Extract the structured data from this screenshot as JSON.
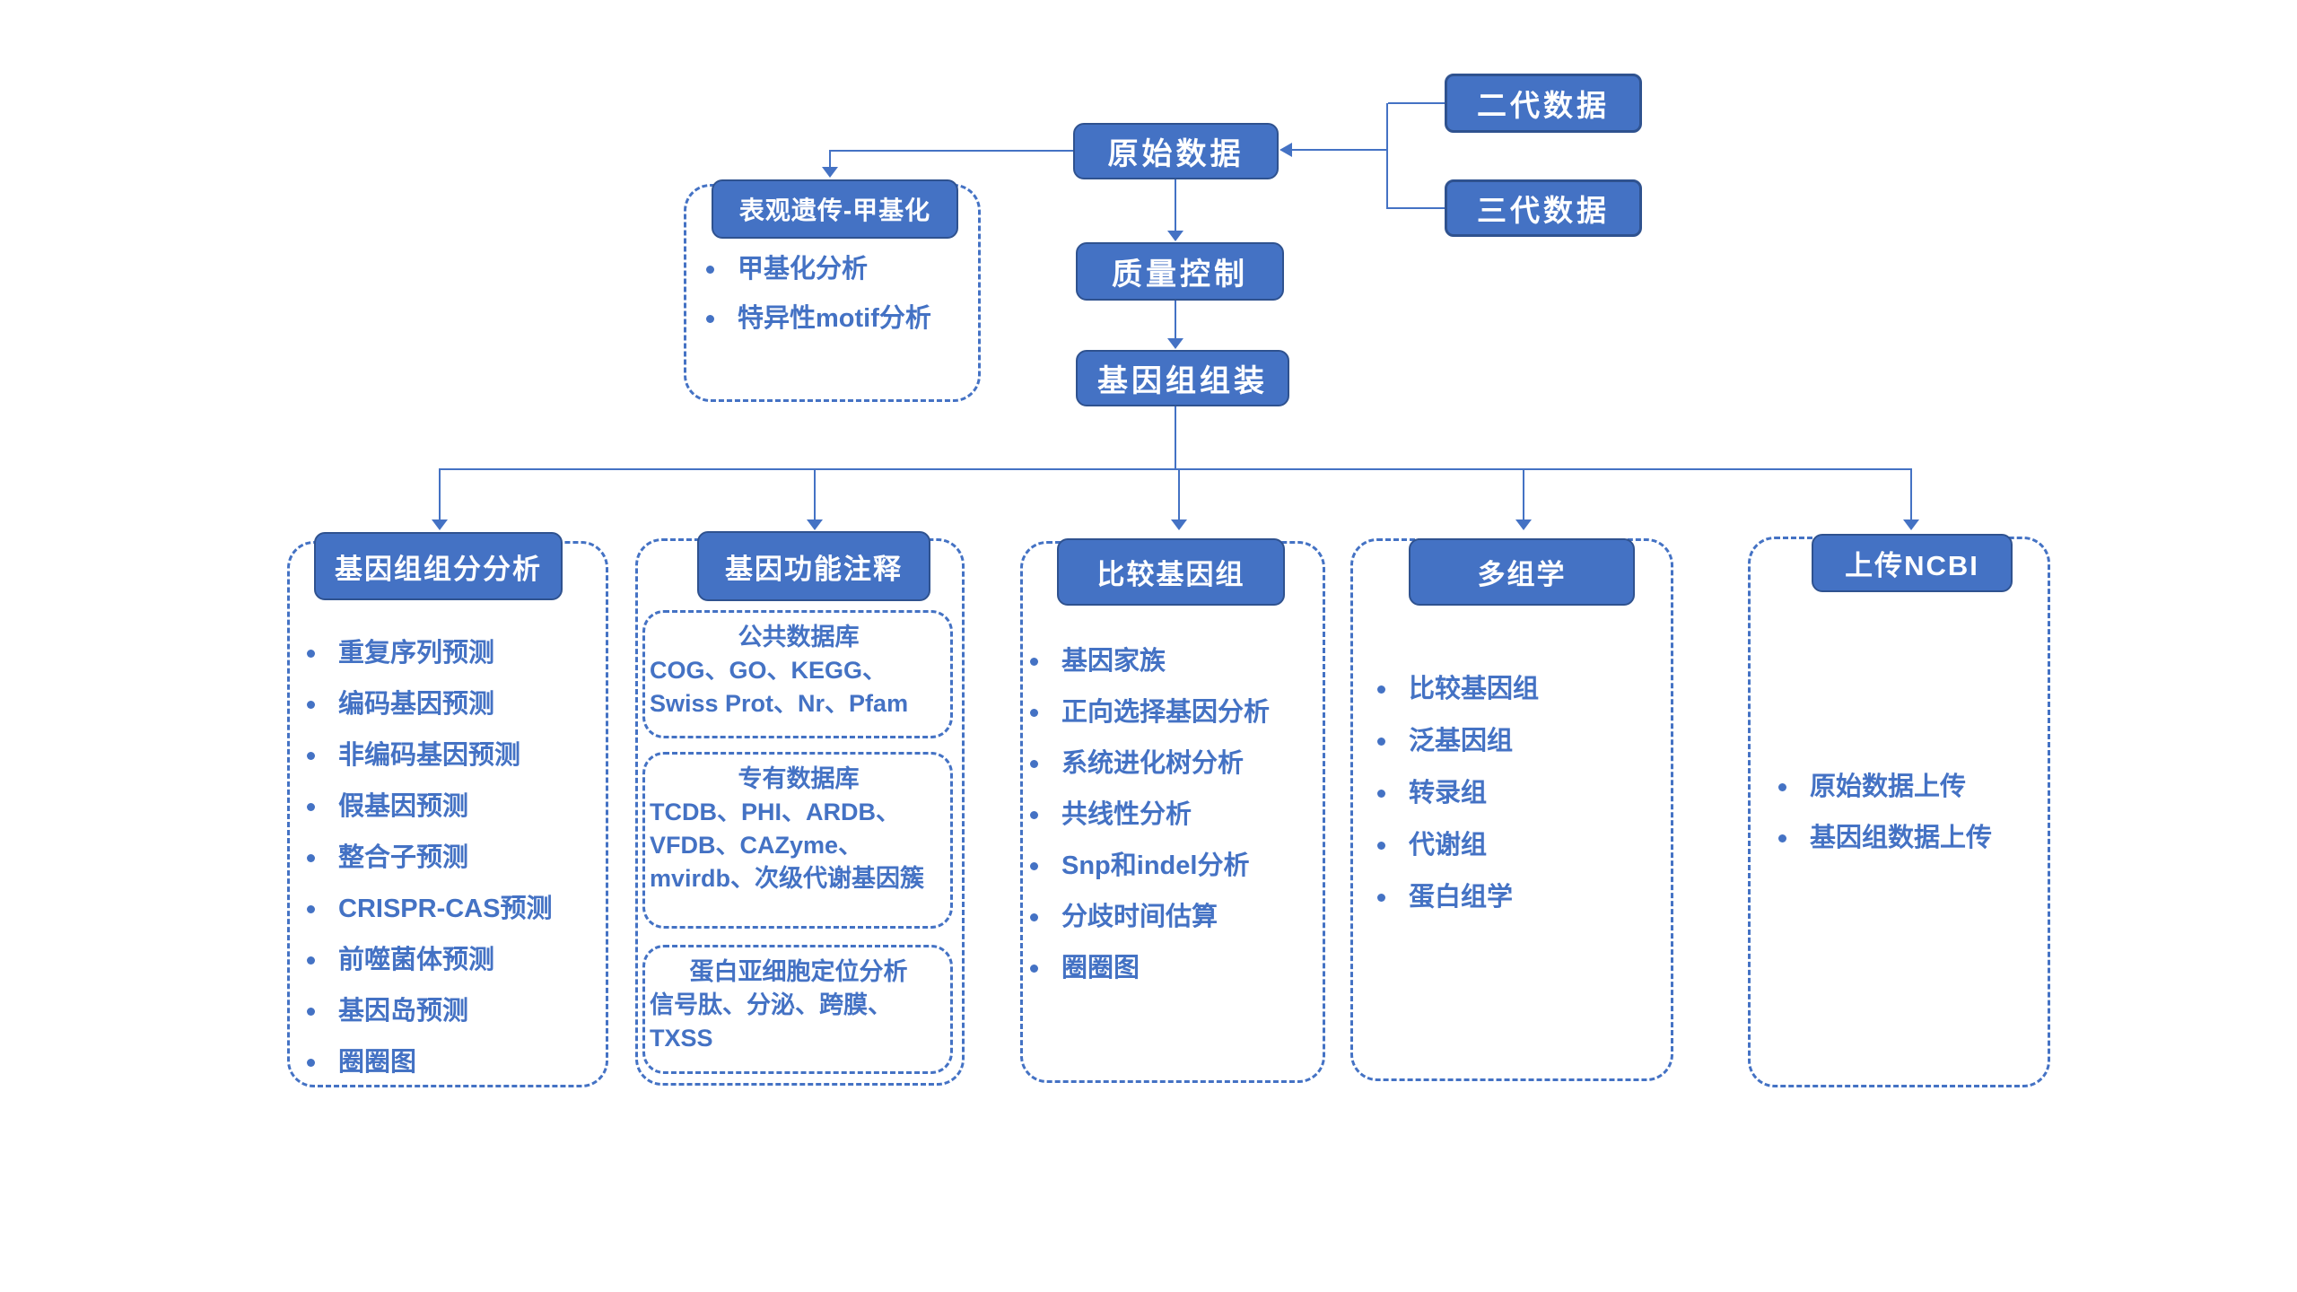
{
  "colors": {
    "accent": "#4472C4",
    "box_border": "#2F528F",
    "box_text": "#FFFFFF",
    "background": "#FFFFFF"
  },
  "flow": {
    "gen2": "二代数据",
    "gen3": "三代数据",
    "raw": "原始数据",
    "qc": "质量控制",
    "assembly": "基因组组装"
  },
  "methylation": {
    "title": "表观遗传-甲基化",
    "items": [
      "甲基化分析",
      "特异性motif分析"
    ]
  },
  "columns": [
    {
      "title": "基因组组分分析",
      "items": [
        "重复序列预测",
        "编码基因预测",
        "非编码基因预测",
        "假基因预测",
        "整合子预测",
        "CRISPR-CAS预测",
        "前噬菌体预测",
        "基因岛预测",
        "圈圈图"
      ]
    },
    {
      "title": "基因功能注释",
      "subboxes": [
        {
          "title": "公共数据库",
          "body": "COG、GO、KEGG、Swiss Prot、Nr、Pfam"
        },
        {
          "title": "专有数据库",
          "body": "TCDB、PHI、ARDB、VFDB、CAZyme、mvirdb、次级代谢基因簇"
        },
        {
          "title": "蛋白亚细胞定位分析",
          "body": "信号肽、分泌、跨膜、TXSS"
        }
      ]
    },
    {
      "title": "比较基因组",
      "items": [
        "基因家族",
        "正向选择基因分析",
        "系统进化树分析",
        "共线性分析",
        "Snp和indel分析",
        "分歧时间估算",
        "圈圈图"
      ]
    },
    {
      "title": "多组学",
      "items": [
        "比较基因组",
        "泛基因组",
        "转录组",
        "代谢组",
        "蛋白组学"
      ]
    },
    {
      "title": "上传NCBI",
      "items": [
        "原始数据上传",
        "基因组数据上传"
      ]
    }
  ]
}
